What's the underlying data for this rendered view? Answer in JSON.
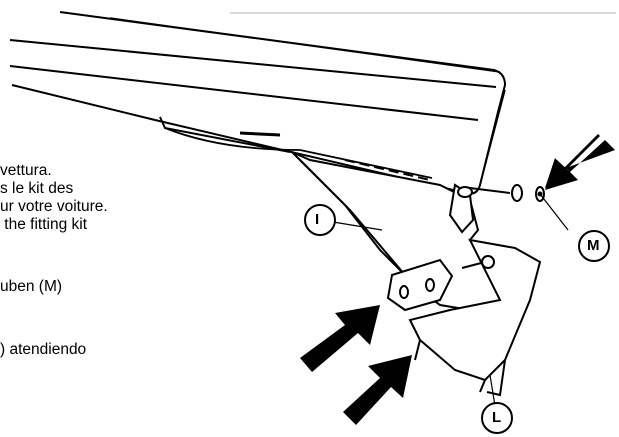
{
  "instructions": {
    "line1": "vettura.",
    "line2": "s le kit des",
    "line3": "ur votre voiture.",
    "line4": " the fitting kit",
    "line5": "uben (M)",
    "line6": ") atendiendo"
  },
  "callouts": {
    "i": "I",
    "m": "M",
    "l": "L"
  },
  "colors": {
    "ink": "#000000",
    "background": "#ffffff",
    "frame_line": "#cccccc"
  },
  "icons": {
    "arrows": "filled-black-arrow"
  }
}
